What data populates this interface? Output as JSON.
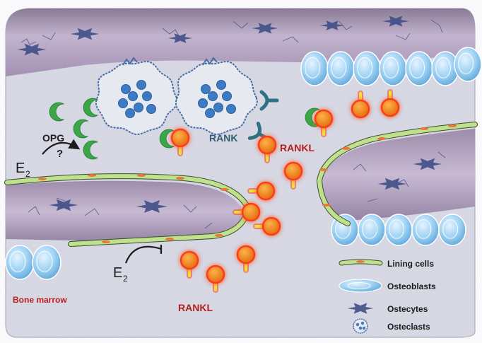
{
  "labels": {
    "opg": "OPG",
    "question": "?",
    "e2_top": "E",
    "e2_top_sub": "2",
    "e2_bottom": "E",
    "e2_bottom_sub": "2",
    "rank": "RANK",
    "rankl_top": "RANKL",
    "rankl_bottom": "RANKL",
    "bone_marrow": "Bone marrow"
  },
  "legend": [
    {
      "key": "lining",
      "label": "Lining cells",
      "icon": "lining-cell-icon"
    },
    {
      "key": "osteoblast",
      "label": "Osteoblasts",
      "icon": "osteoblast-icon"
    },
    {
      "key": "osteocyte",
      "label": "Ostecytes",
      "icon": "osteocyte-icon"
    },
    {
      "key": "osteoclast",
      "label": "Osteclasts",
      "icon": "osteoclast-icon"
    }
  ],
  "colors": {
    "bone": "#b9a9c6",
    "marrow": "#d6d8e2",
    "rankl": "#e87a12",
    "rankl_glow": "#ff3b1e",
    "stalk": "#f2e13a",
    "rank_receptor": "#2e7185",
    "osteoclast_dot": "#3d7cc4",
    "opg": "#3aa648",
    "osteoblast": "#8ec8ef",
    "lining": "#7fa05a",
    "label_dark": "#1c1c1c",
    "label_red": "#b3201d",
    "label_teal": "#2e6070"
  }
}
